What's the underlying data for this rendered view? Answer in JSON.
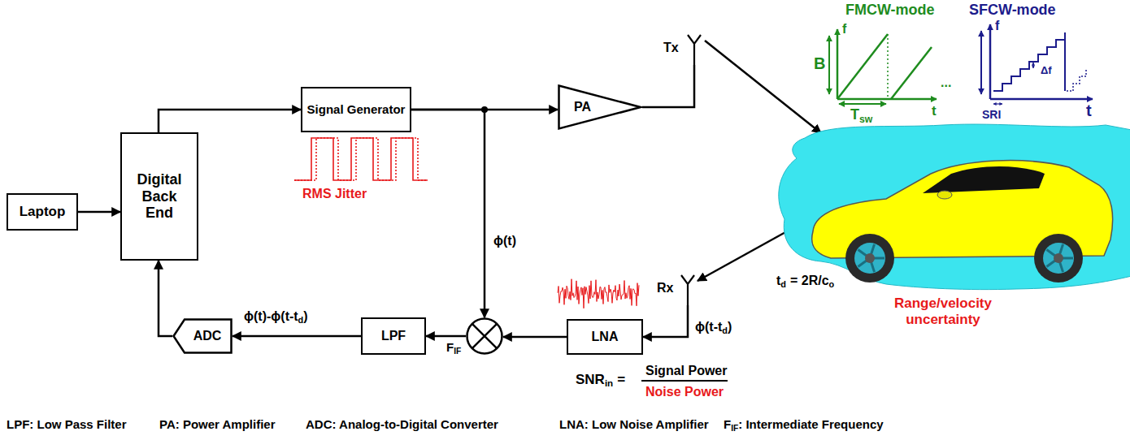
{
  "diagram": {
    "nodes": [
      {
        "text": [
          "Laptop"
        ]
      },
      {
        "text": [
          "Digital Back End"
        ]
      },
      {
        "text": [
          "Signal Generator"
        ]
      },
      {
        "text": [
          "PA"
        ]
      },
      {
        "text": [
          "Tx"
        ]
      },
      {
        "text": [
          "Range/velocity uncertainty"
        ]
      },
      {
        "text": [
          "Rx"
        ]
      },
      {
        "text": [
          "LNA"
        ]
      },
      {
        "text": [
          "F",
          "IF"
        ]
      },
      {
        "text": [
          "LPF"
        ]
      },
      {
        "text": [
          "ADC"
        ]
      }
    ],
    "edges": [
      {
        "from": 0,
        "to": 1,
        "arrow": "to"
      },
      {
        "from": 1,
        "to": 2,
        "arrow": "to"
      },
      {
        "from": 2,
        "to": 3,
        "arrow": "to"
      },
      {
        "from": 2,
        "to": 8,
        "arrow": "to",
        "label": "ϕ(t)"
      },
      {
        "from": 3,
        "to": 4,
        "arrow": "none"
      },
      {
        "from": 4,
        "to": 5,
        "arrow": "to"
      },
      {
        "from": 5,
        "to": 6,
        "arrow": "to"
      },
      {
        "from": 6,
        "to": 7,
        "arrow": "to"
      },
      {
        "from": 7,
        "to": 8,
        "arrow": "to"
      },
      {
        "from": 8,
        "to": 9,
        "arrow": "to"
      },
      {
        "from": 9,
        "to": 10,
        "arrow": "to"
      },
      {
        "from": 10,
        "to": 1,
        "arrow": "to"
      }
    ],
    "labels": [
      "RMS Jitter",
      "ϕ(t-t",
      "d",
      ")",
      "ϕ(t)-ϕ(t-t",
      "d",
      ")",
      "t",
      "d",
      "= 2R/c",
      "o",
      "SNR",
      "in",
      "=",
      "Signal Power",
      "Noise Power",
      "FMCW-mode",
      "f",
      "B",
      "t",
      "T",
      "sw",
      "...",
      "SFCW-mode",
      "f",
      "Δf",
      "SRI",
      "t",
      "LPF: Low Pass Filter",
      "PA: Power Amplifier",
      "ADC: Analog-to-Digital Converter",
      "LNA: Low Noise Amplifier",
      "F",
      "IF",
      ": Intermediate Frequency"
    ]
  }
}
